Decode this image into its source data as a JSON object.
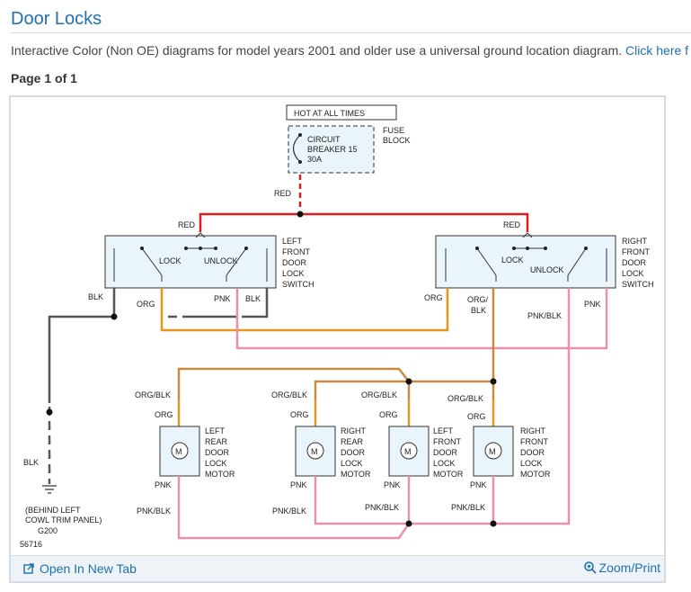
{
  "page": {
    "title": "Door Locks",
    "intro_text": "Interactive Color (Non OE) diagrams for model years 2001 and older use a universal ground location diagram.",
    "intro_link": "Click here f",
    "page_info": "Page 1 of 1"
  },
  "footer": {
    "open_new_tab": "Open In New Tab",
    "zoom_print": "Zoom/Print"
  },
  "diagram": {
    "hot_label": "HOT AT ALL TIMES",
    "fuse_block": [
      "FUSE",
      "BLOCK"
    ],
    "breaker": [
      "CIRCUIT",
      "BREAKER 15",
      "30A"
    ],
    "red": "RED",
    "org": "ORG",
    "org_blk": "ORG/BLK",
    "org_blk_split": [
      "ORG/",
      "BLK"
    ],
    "pnk": "PNK",
    "pnk_blk": "PNK/BLK",
    "blk": "BLK",
    "lock": "LOCK",
    "unlock": "UNLOCK",
    "motor_symbol": "M",
    "left_switch": [
      "LEFT",
      "FRONT",
      "DOOR",
      "LOCK",
      "SWITCH"
    ],
    "right_switch": [
      "RIGHT",
      "FRONT",
      "DOOR",
      "LOCK",
      "SWITCH"
    ],
    "motors": [
      [
        "LEFT",
        "REAR",
        "DOOR",
        "LOCK",
        "MOTOR"
      ],
      [
        "RIGHT",
        "REAR",
        "DOOR",
        "LOCK",
        "MOTOR"
      ],
      [
        "LEFT",
        "FRONT",
        "DOOR",
        "LOCK",
        "MOTOR"
      ],
      [
        "RIGHT",
        "FRONT",
        "DOOR",
        "LOCK",
        "MOTOR"
      ]
    ],
    "ground": [
      "(BEHIND LEFT",
      "COWL TRIM PANEL)",
      "G200"
    ],
    "diagram_id": "56716",
    "colors": {
      "red": "#e21b1b",
      "org": "#e8951f",
      "org_blk": "#c98a3c",
      "pnk": "#ee8faa",
      "blk": "#555555",
      "box_fill": "#e9f4fb"
    }
  }
}
